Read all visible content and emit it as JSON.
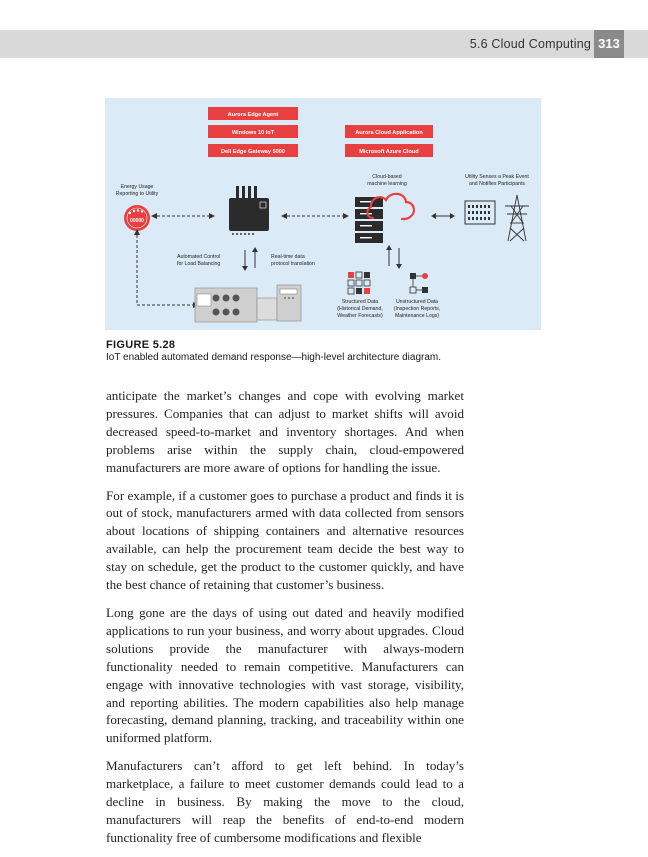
{
  "header": {
    "section": "5.6 Cloud Computing",
    "page_number": "313"
  },
  "figure": {
    "label": "FIGURE 5.28",
    "caption": "IoT enabled automated demand response—high-level architecture diagram.",
    "stack_left": [
      "Aurora Edge Agent",
      "Windows 10 IoT",
      "Dell Edge Gateway 5000"
    ],
    "stack_right": [
      "Aurora Cloud Application",
      "Microsoft Azure Cloud"
    ],
    "energy_usage": [
      "Energy Usage",
      "Reporting to Utility"
    ],
    "meter_reading": "00000",
    "cloud_ml": [
      "Cloud-based",
      "machine learning"
    ],
    "utility_event": [
      "Utility Senses a Peak Event",
      "and Notifies Participants"
    ],
    "auto_control": [
      "Automated Control",
      "for Load Balancing"
    ],
    "realtime": [
      "Real-time data",
      "protocol translation"
    ],
    "structured": [
      "Structured Data",
      "(Historical Demand,",
      "Weather Forecasts)"
    ],
    "unstructured": [
      "Unstructured Data",
      "(Inspection Reports,",
      "Maintenance Logs)"
    ],
    "accent_red": "#e84040",
    "accent_dark": "#2b2b2b",
    "panel_bg": "#dbeaf7"
  },
  "paragraphs": [
    "anticipate the market’s changes and cope with evolving market pressures. Companies that can adjust to market shifts will avoid decreased speed-to-market and inventory shortages. And when problems arise within the supply chain, cloud-empowered manufacturers are more aware of options for handling the issue.",
    "For example, if a customer goes to purchase a product and finds it is out of stock, manufacturers armed with data collected from sensors about locations of shipping containers and alternative resources available, can help the procurement team decide the best way to stay on schedule, get the product to the customer quickly, and have the best chance of retaining that customer’s business.",
    "Long gone are the days of using out dated and heavily modified applications to run your business, and worry about upgrades. Cloud solutions provide the manufacturer with always-modern functionality needed to remain competitive. Manufacturers can engage with innovative technologies with vast storage, visibility, and reporting abilities. The modern capabilities also help manage forecasting, demand planning, tracking, and traceability within one uniformed platform.",
    "Manufacturers can’t afford to get left behind. In today’s marketplace, a failure to meet customer demands could lead to a decline in business. By making the move to the cloud, manufacturers will reap the benefits of end-to-end modern functionality free of cumbersome modifications and flexible"
  ]
}
